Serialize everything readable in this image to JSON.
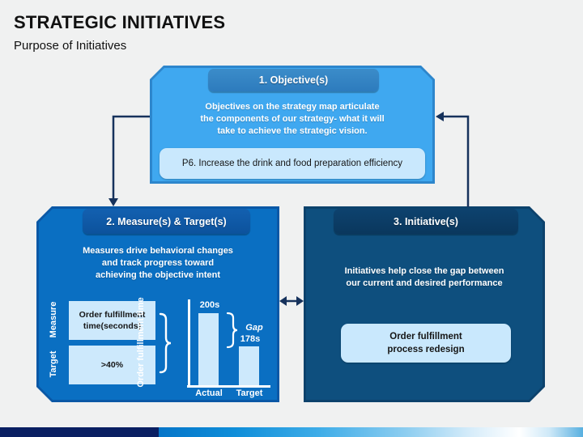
{
  "slide": {
    "title": "STRATEGIC INITIATIVES",
    "subtitle": "Purpose of Initiatives"
  },
  "colors": {
    "objectives_fill": "#3fa8f0",
    "measures_fill": "#0a6fc2",
    "initiatives_fill": "#0e4f7e",
    "callout_fill": "#c9e8fd",
    "arrow": "#16325c",
    "footer_navy": "#0a1f62"
  },
  "boxes": {
    "objectives": {
      "header": "1. Objective(s)",
      "body": "Objectives on the strategy map articulate\nthe components of our strategy- what it will\ntake to achieve the strategic vision.",
      "callout": "P6. Increase the drink and food preparation efficiency"
    },
    "measures": {
      "header": "2. Measure(s) & Target(s)",
      "body": "Measures drive behavioral changes\nand track progress toward\nachieving the objective intent",
      "measure_label": "Measure",
      "target_label": "Target",
      "measure_value": "Order fulfillment\ntime(seconds)",
      "target_value": ">40%"
    },
    "initiatives": {
      "header": "3. Initiative(s)",
      "body": "Initiatives help close the gap between\nour current and desired performance",
      "callout": "Order fulfillment\nprocess redesign"
    }
  },
  "chart_data": {
    "type": "bar",
    "categories": [
      "Actual",
      "Target"
    ],
    "values": [
      200,
      178
    ],
    "value_labels": [
      "200s",
      "178s"
    ],
    "ylabel": "Order fulfillment time",
    "annotation": "Gap",
    "grid": false,
    "note": "schematic bar chart; gap between actual and target exaggerated visually"
  }
}
